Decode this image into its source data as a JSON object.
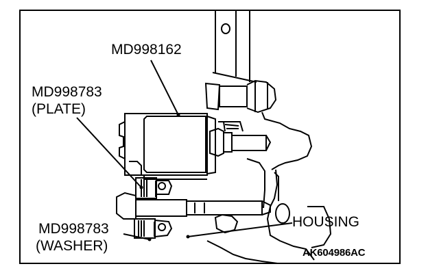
{
  "labels": {
    "tool_main": "MD998162",
    "plate_part": "MD998783",
    "plate_name": "(PLATE)",
    "washer_part": "MD998783",
    "washer_name": "(WASHER)",
    "housing": "HOUSING"
  },
  "figure_code": "AK604986AC"
}
